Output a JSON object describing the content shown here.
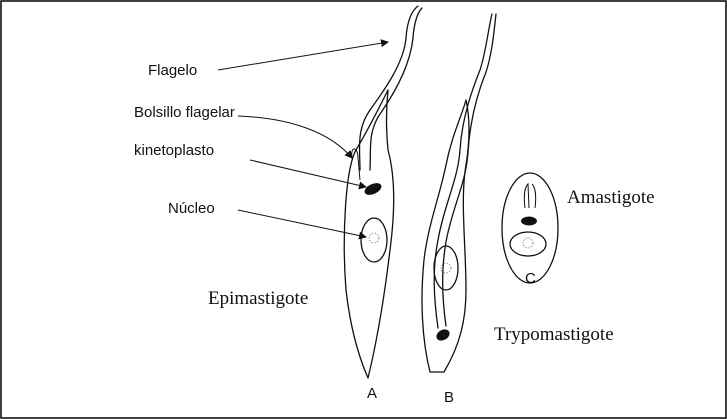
{
  "labels": {
    "flagelo": "Flagelo",
    "bolsillo": "Bolsillo flagelar",
    "kinetoplasto": "kinetoplasto",
    "nucleo": "Núcleo",
    "epimastigote": "Epimastigote",
    "trypomastigote": "Trypomastigote",
    "amastigote": "Amastigote"
  },
  "letters": {
    "a": "A",
    "b": "B",
    "c": "C"
  },
  "colors": {
    "ink": "#111111",
    "frame": "#000000",
    "background": "#ffffff"
  }
}
